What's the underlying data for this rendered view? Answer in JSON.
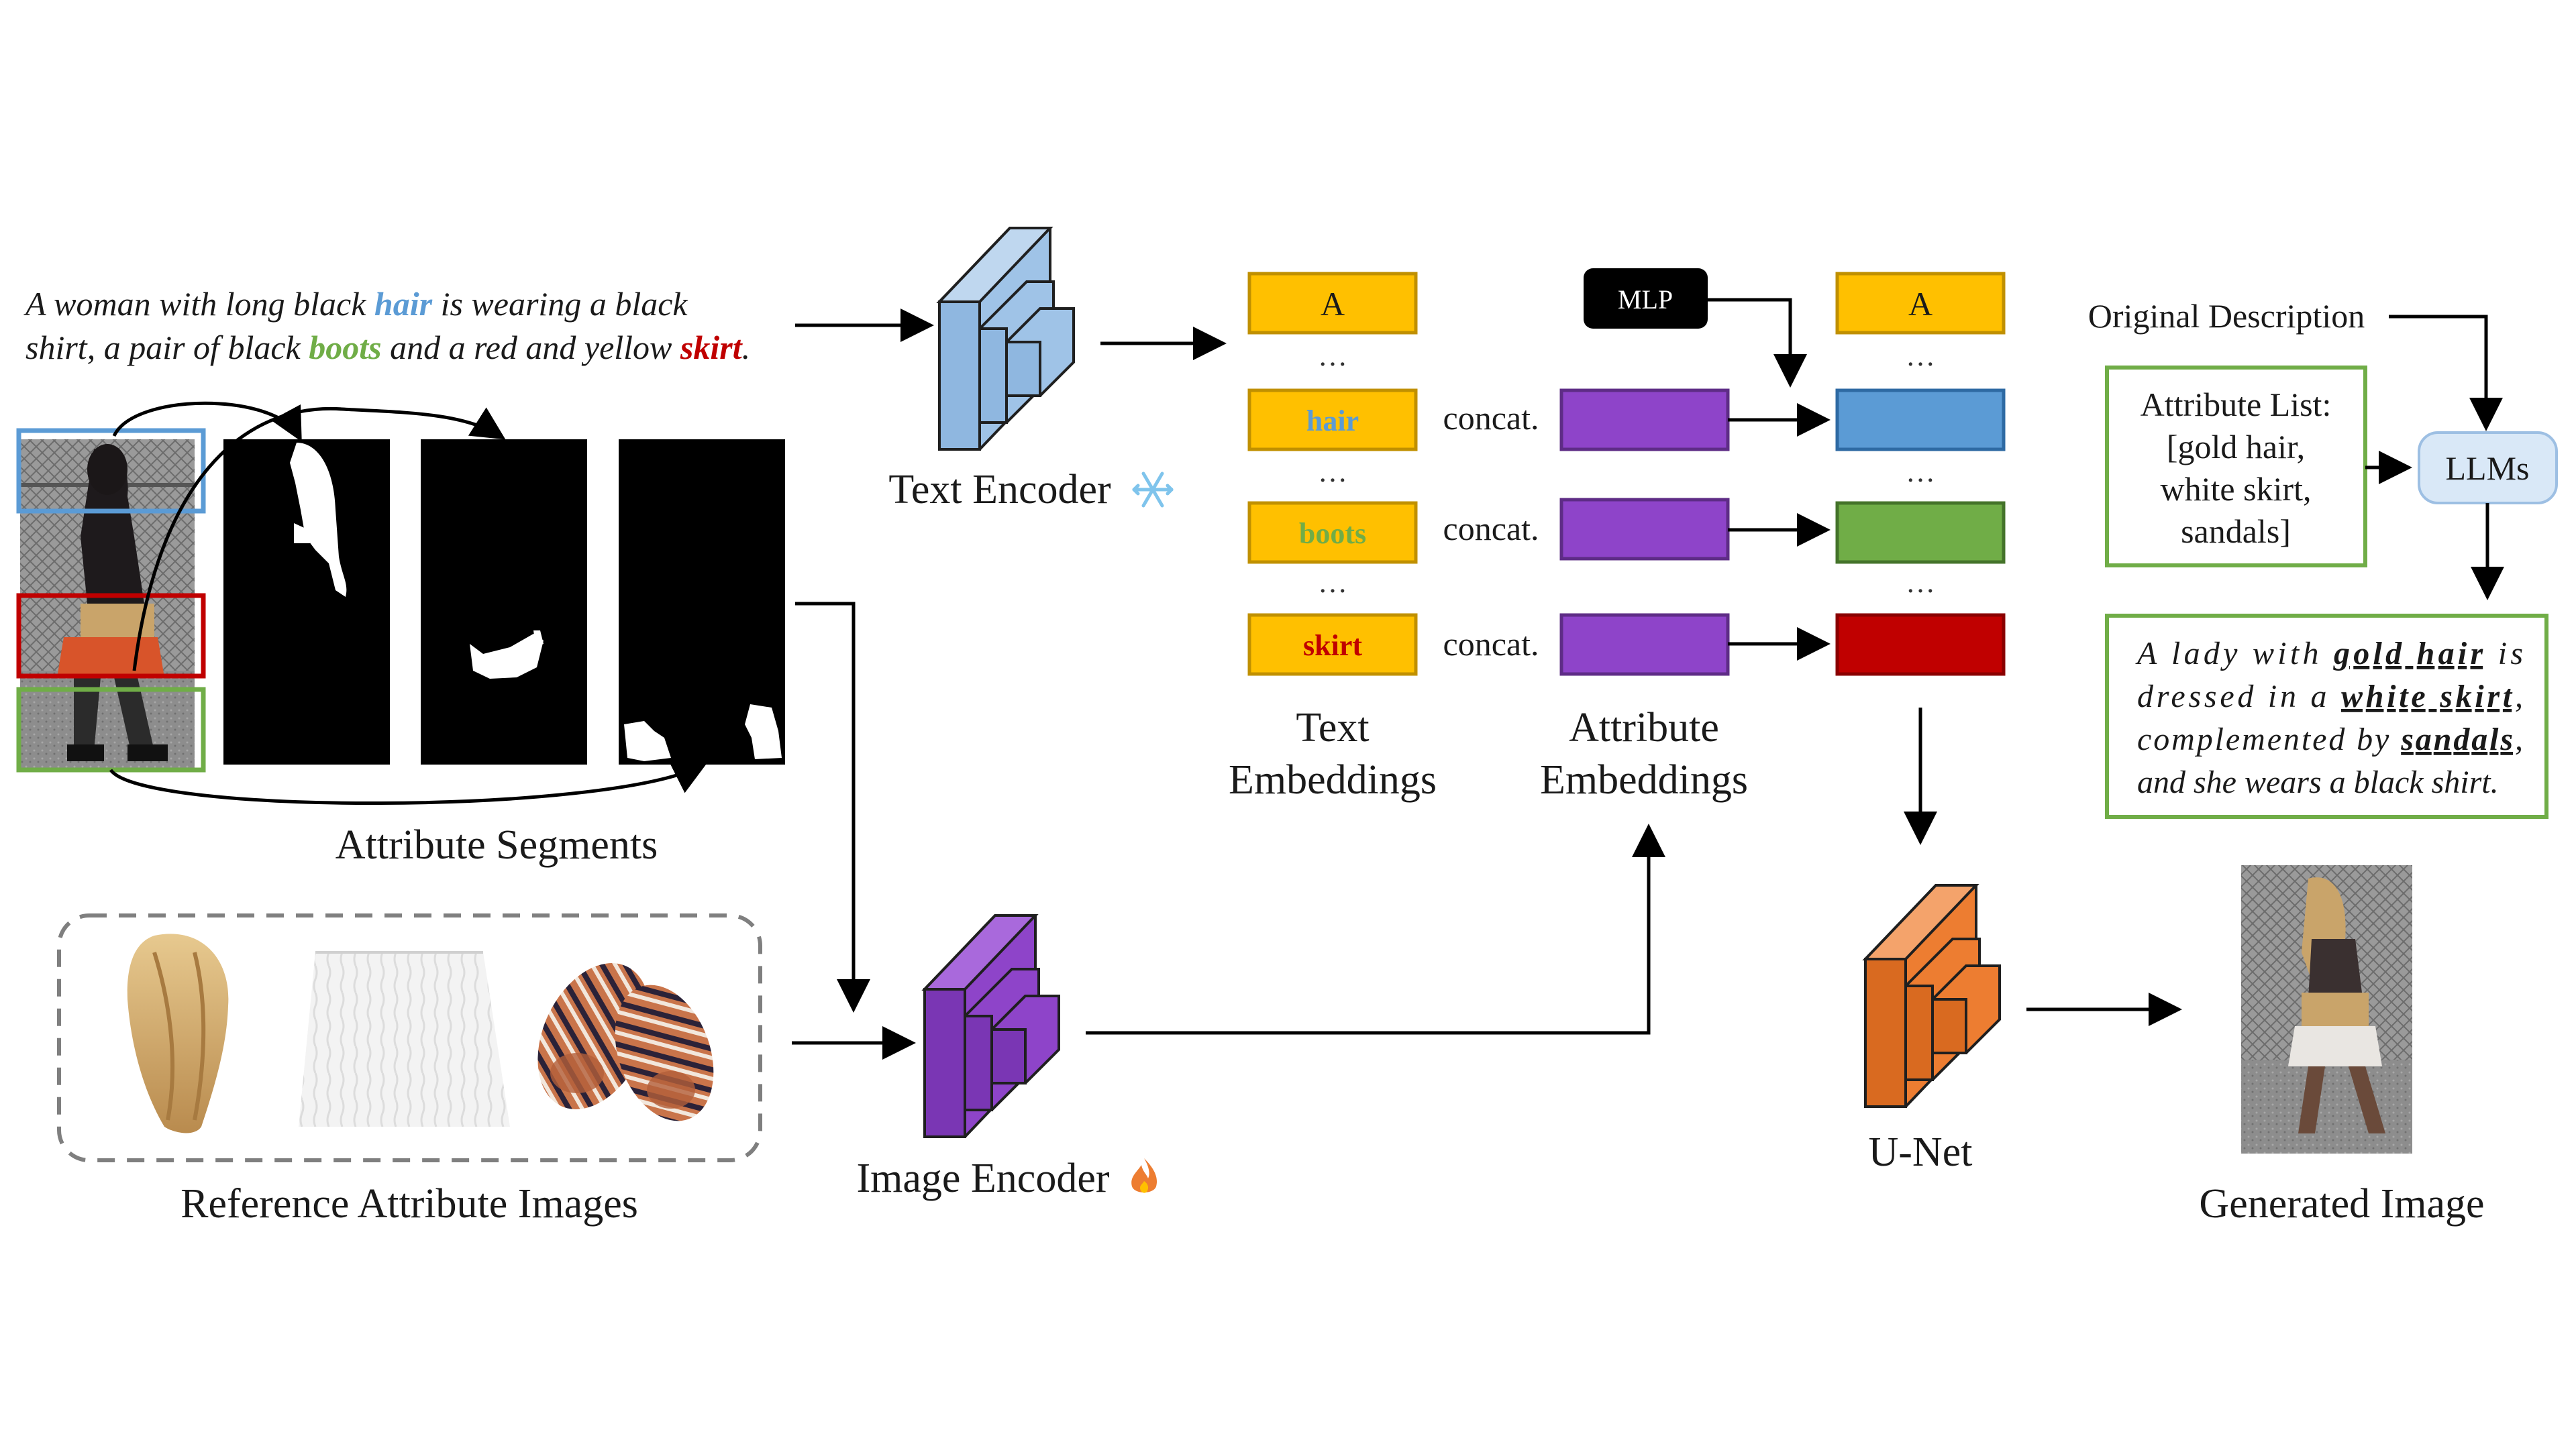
{
  "colors": {
    "hair": "#5b9bd5",
    "boots": "#70ad47",
    "skirt": "#c00000",
    "token_fill": "#ffc000",
    "attr_embed": "#8e44c9",
    "llm_box": "#d9e8f7",
    "green_border": "#70ad47",
    "text_encoder": "#9fc3e7",
    "image_encoder": "#8e44c9",
    "unet": "#ed7d31"
  },
  "input_description": {
    "part1": "A woman with long black ",
    "hair": "hair",
    "part2": " is wearing a black",
    "line2_part1": "shirt, a pair of black ",
    "boots": "boots",
    "line2_part2": " and a red and yellow ",
    "skirt": "skirt",
    "line2_end": "."
  },
  "labels": {
    "attribute_segments": "Attribute Segments",
    "reference_attribute_images": "Reference Attribute Images",
    "text_encoder": "Text Encoder",
    "image_encoder": "Image Encoder",
    "text_embeddings_line1": "Text",
    "text_embeddings_line2": "Embeddings",
    "attribute_embeddings_line1": "Attribute",
    "attribute_embeddings_line2": "Embeddings",
    "mlp": "MLP",
    "unet": "U-Net",
    "generated_image": "Generated Image",
    "original_description": "Original Description",
    "llms": "LLMs",
    "concat": "concat.",
    "ellipsis": "…"
  },
  "text_tokens": [
    "A",
    "hair",
    "boots",
    "skirt"
  ],
  "icons": {
    "text_encoder_status": "snowflake-icon",
    "image_encoder_status": "flame-icon"
  },
  "attribute_list": {
    "line1": "Attribute List:",
    "line2": "[gold hair,",
    "line3": "white skirt,",
    "line4": "sandals]"
  },
  "generated_description": {
    "l1_a": "A lady with ",
    "l1_b": "gold hair",
    "l1_c": " is",
    "l2_a": "dressed in a ",
    "l2_b": "white skirt",
    "l2_c": ",",
    "l3_a": "complemented by ",
    "l3_b": "sandals",
    "l3_c": ",",
    "l4": "and she wears a black shirt."
  }
}
